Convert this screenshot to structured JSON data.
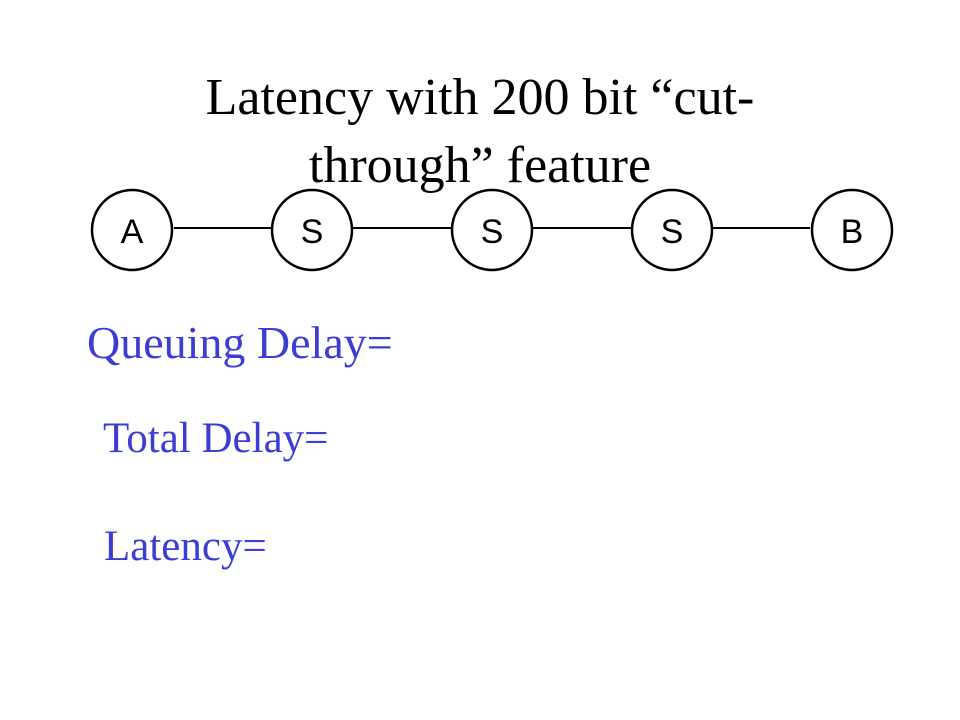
{
  "title": {
    "line1": "Latency with 200 bit “cut-",
    "line2": "through” feature"
  },
  "diagram": {
    "nodes": [
      {
        "label": "A"
      },
      {
        "label": "S"
      },
      {
        "label": "S"
      },
      {
        "label": "S"
      },
      {
        "label": "B"
      }
    ]
  },
  "fields": {
    "queuing_delay": "Queuing Delay=",
    "total_delay": "Total Delay=",
    "latency": "Latency="
  },
  "colors": {
    "text": "#000000",
    "accent": "#3c3cd7"
  }
}
